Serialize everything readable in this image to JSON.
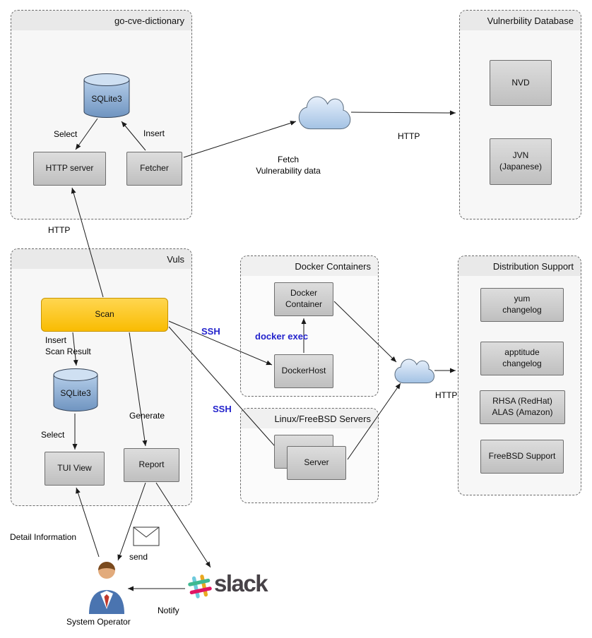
{
  "groups": {
    "go_cve": {
      "title": "go-cve-dictionary"
    },
    "vulndb": {
      "title": "Vulnerbility Database"
    },
    "vuls": {
      "title": "Vuls"
    },
    "docker": {
      "title": "Docker Containers"
    },
    "linux": {
      "title": "Linux/FreeBSD Servers"
    },
    "dist": {
      "title": "Distribution Support"
    }
  },
  "nodes": {
    "sqlite_top": {
      "label": "SQLite3"
    },
    "http_server": {
      "label": "HTTP server"
    },
    "fetcher": {
      "label": "Fetcher"
    },
    "nvd": {
      "label": "NVD"
    },
    "jvn": {
      "label": "JVN\n(Japanese)"
    },
    "scan": {
      "label": "Scan"
    },
    "sqlite_vuls": {
      "label": "SQLite3"
    },
    "tui_view": {
      "label": "TUI View"
    },
    "report": {
      "label": "Report"
    },
    "docker_container": {
      "label": "Docker\nContainer"
    },
    "docker_host": {
      "label": "DockerHost"
    },
    "server": {
      "label": "Server"
    },
    "yum": {
      "label": "yum\nchangelog"
    },
    "apptitude": {
      "label": "apptitude\nchangelog"
    },
    "rhsa": {
      "label": "RHSA (RedHat)\nALAS (Amazon)"
    },
    "freebsd": {
      "label": "FreeBSD Support"
    }
  },
  "edge_labels": {
    "select_top": "Select",
    "insert_top": "Insert",
    "http_go_cve": "HTTP",
    "fetch": "Fetch\nVulnerability data",
    "http_vulndb": "HTTP",
    "insert_scan": "Insert\nScan Result",
    "select_vuls": "Select",
    "generate": "Generate",
    "ssh_docker": "SSH",
    "ssh_linux": "SSH",
    "docker_exec": "docker exec",
    "http_dist": "HTTP",
    "send": "send",
    "notify": "Notify",
    "detail": "Detail Information"
  },
  "misc": {
    "slack": "slack",
    "system_operator": "System Operator"
  },
  "colors": {
    "scan_fill": "#F9BC02",
    "node_fill": "#C9C9C9",
    "blue_label": "#2323CC",
    "cloud_fill": "#BCD4EC",
    "slack_teal": "#6ECADC",
    "slack_green": "#3EB991",
    "slack_yellow": "#E9A820",
    "slack_pink": "#E01563"
  }
}
